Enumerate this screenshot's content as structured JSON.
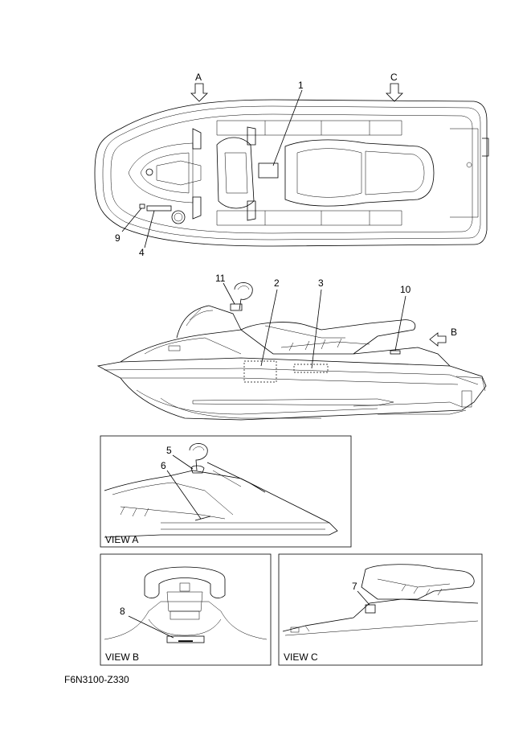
{
  "callouts": {
    "top": {
      "n1": "1",
      "n9": "9",
      "n4": "4",
      "arrowA": "A",
      "arrowC": "C"
    },
    "side": {
      "n11": "11",
      "n2": "2",
      "n3": "3",
      "n10": "10",
      "arrowB": "B"
    },
    "viewA": {
      "n5": "5",
      "n6": "6",
      "caption": "VIEW A"
    },
    "viewB": {
      "n8": "8",
      "caption": "VIEW B"
    },
    "viewC": {
      "n7": "7",
      "caption": "VIEW C"
    }
  },
  "figure_code": "F6N3100-Z330"
}
